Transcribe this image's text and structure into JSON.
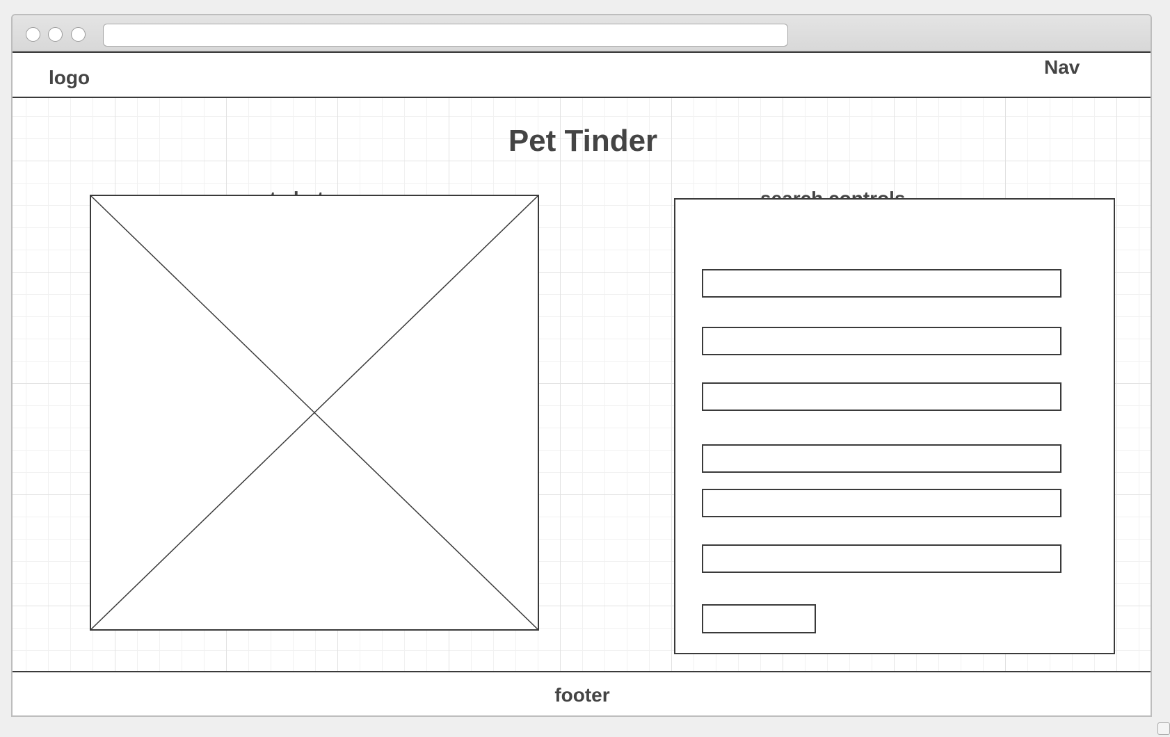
{
  "header": {
    "logo": "logo",
    "nav": "Nav"
  },
  "main": {
    "title": "Pet Tinder",
    "photo_label": "pet photo",
    "search_label": "search controls",
    "search_fields": [
      "",
      "",
      "",
      "",
      "",
      ""
    ],
    "submit_label": ""
  },
  "footer": {
    "text": "footer"
  },
  "colors": {
    "stroke": "#3a3a3a",
    "text": "#444444",
    "grid": "#e2e2e2",
    "background": "#ffffff"
  }
}
